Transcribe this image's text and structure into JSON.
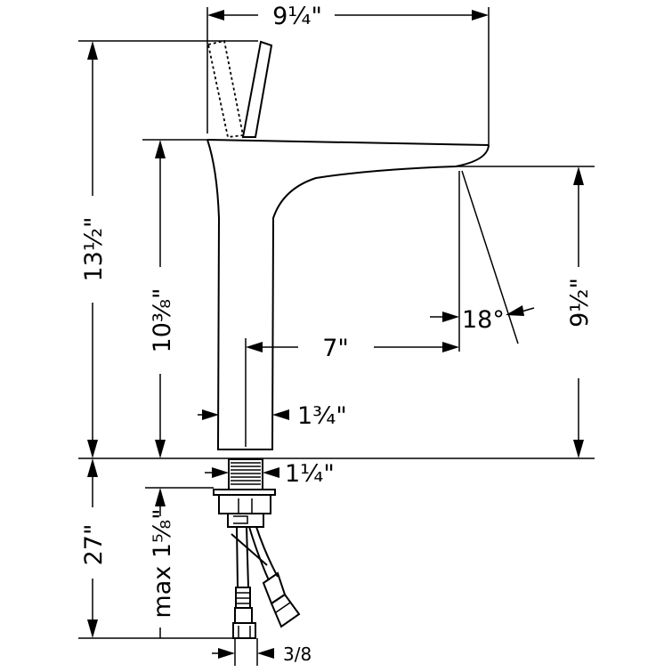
{
  "dimensions": {
    "overall_width": "9¼\"",
    "total_height": "13½\"",
    "body_height": "10⅜\"",
    "spout_height": "9½\"",
    "reach": "7\"",
    "spray_angle": "18°",
    "base_width": "1¾\"",
    "shank_diameter": "1¼\"",
    "hose_length": "27\"",
    "max_deck_thickness": "max 1⅝\"",
    "connection_size": "3/8"
  }
}
